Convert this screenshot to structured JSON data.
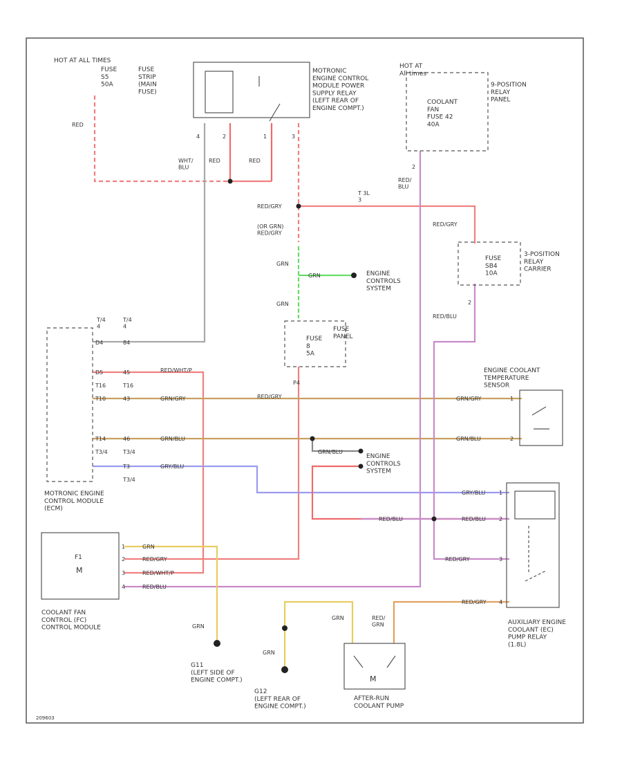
{
  "diagram_id": "209603",
  "colors": {
    "red": "#f08080",
    "red_solid": "#ee6a6a",
    "green": "#66dd66",
    "gray": "#a8a8a8",
    "tan": "#c8a060",
    "violet": "#9a9aee",
    "purple": "#c88ac8",
    "orange": "#e0a060",
    "yellow": "#e8cc60",
    "line": "#333333"
  },
  "hot_at_all_times": "HOT AT ALL TIMES",
  "hot_in_run": "HOT AT\nAll times",
  "fuse_strip_label": "FUSE\nSTRIP\n(MAIN\nFUSE)",
  "fuse_strip_fuse": "FUSE\nS5\n50A",
  "power_relay_label": "MOTRONIC\nENGINE CONTROL\nMODULE POWER\nSUPPLY RELAY\n(LEFT REAR OF\nENGINE COMPT.)",
  "relay_panel_label": "9-POSITION\nRELAY\nPANEL",
  "coolant_fan_fuse": "COOLANT\nFAN\nFUSE 42\n40A",
  "relay_carrier_label": "3-POSITION\nRELAY\nCARRIER",
  "fuse_carrier_fuse": "FUSE\nSB4\n10A",
  "fuse_panel_label": "FUSE\nPANEL",
  "fuse_panel_fuse": "FUSE\n8\n5A",
  "ecm_label": "MOTRONIC ENGINE\nCONTROL MODULE\n(ECM)",
  "ecm_connectors": [
    "T/4\n4",
    "T/4\n4"
  ],
  "ecm_pins": [
    {
      "a": "D4",
      "b": "84"
    },
    {
      "a": "D5",
      "b": "45"
    },
    {
      "a": "T16",
      "b": "T16"
    },
    {
      "a": "T10",
      "b": "43"
    },
    {
      "a": "T14",
      "b": "46"
    },
    {
      "a": "T3/4",
      "b": "T3/4"
    },
    {
      "a": "",
      "b": "T3"
    },
    {
      "a": "",
      "b": "T3/4"
    }
  ],
  "engine_controls_1": "ENGINE\nCONTROLS\nSYSTEM",
  "engine_controls_2": "ENGINE\nCONTROLS\nSYSTEM",
  "ect_sensor_label": "ENGINE COOLANT\nTEMPERATURE\nSENSOR",
  "aux_pump_relay_label": "AUXILIARY ENGINE\nCOOLANT (EC)\nPUMP RELAY\n(1.8L)",
  "fan_module_label": "COOLANT FAN\nCONTROL (FC)\nCONTROL MODULE",
  "fan_module_inner": "F1",
  "after_run_pump_label": "AFTER-RUN\nCOOLANT PUMP",
  "ground_1": "G11\n(LEFT SIDE OF\nENGINE COMPT.)",
  "ground_2": "G12\n(LEFT REAR OF\nENGINE COMPT.)",
  "motor_symbol": "M",
  "wires": {
    "red": "RED",
    "wht_blu": "WHT/\nBLU",
    "red_2": "RED",
    "red_3": "RED",
    "red_gry": "RED/GRY",
    "red_gry_2": "RED/GRY",
    "or_grn_red_gry": "(OR GRN)\nRED/GRY",
    "grn_1": "GRN",
    "grn_2": "GRN",
    "grn_3": "GRN",
    "red_blu_top": "RED/\nBLU",
    "red_blu_1": "RED/BLU",
    "red_wht_p": "RED/WHT/P",
    "grn_gry": "GRN/GRY",
    "red_gry_3": "RED/GRY",
    "grn_gry_2": "GRN/GRY",
    "grn_blu": "GRN/BLU",
    "grn_blu_2": "GRN/BLU",
    "grn_blu_3": "GRN/BLU",
    "gry_blu": "GRY/BLU",
    "gry_blu_2": "GRY/BLU",
    "red_blu_2": "RED/BLU",
    "red_blu_3": "RED/BLU",
    "red_gry_4": "RED/GRY",
    "red_gry_5": "RED/GRY",
    "red_wht_p_2": "RED/WHT/P",
    "red_blu_4": "RED/BLU",
    "grn_4": "GRN",
    "grn_5": "GRN",
    "grn_6": "GRN",
    "grn_7": "GRN",
    "red_grn": "RED/\nGRN",
    "red_gry_6": "RED/GRY",
    "t3_tag": "T 3L\n3"
  },
  "pin_numbers": {
    "r4": "4",
    "r2": "2",
    "r1": "1",
    "r3": "3",
    "rp2": "2",
    "rc2": "2",
    "p4": "P4",
    "ect1": "1",
    "ect2": "2",
    "ar1": "1",
    "ar2": "2",
    "ar3": "3",
    "ar4": "4",
    "fm1": "1",
    "fm2": "2",
    "fm3": "3",
    "fm4": "4"
  }
}
